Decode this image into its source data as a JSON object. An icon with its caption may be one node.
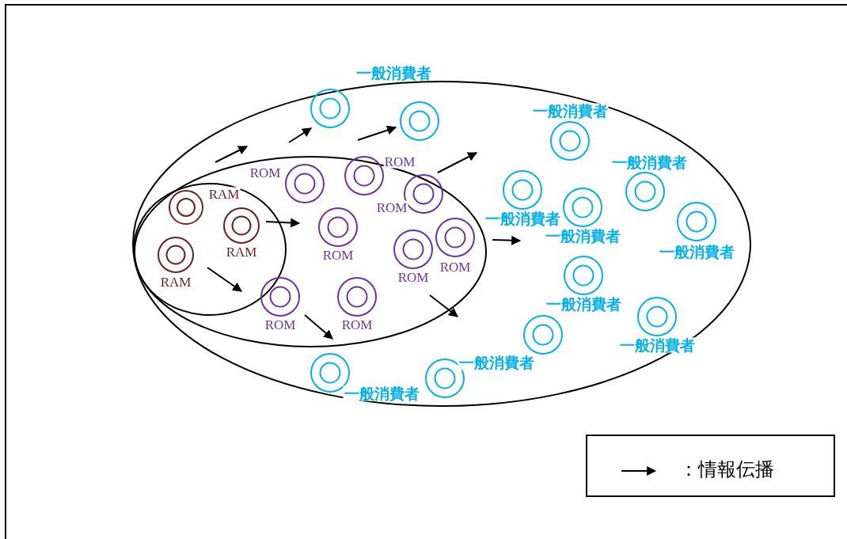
{
  "diagram": {
    "nodes": [
      {
        "text": [],
        "shape": "ellipse"
      },
      {
        "text": [],
        "shape": "ellipse",
        "in": 0
      },
      {
        "text": [],
        "shape": "ellipse",
        "in": 1
      },
      {
        "text": [
          "RAM"
        ],
        "in": 2
      },
      {
        "text": [
          "RAM"
        ],
        "in": 2
      },
      {
        "text": [
          "RAM"
        ],
        "in": 2
      },
      {
        "text": [
          "ROM"
        ],
        "in": 1
      },
      {
        "text": [
          "ROM"
        ],
        "in": 1
      },
      {
        "text": [
          "ROM"
        ],
        "in": 1
      },
      {
        "text": [
          "ROM"
        ],
        "in": 1
      },
      {
        "text": [
          "ROM"
        ],
        "in": 1
      },
      {
        "text": [
          "ROM"
        ],
        "in": 1
      },
      {
        "text": [
          "ROM"
        ],
        "in": 1
      },
      {
        "text": [
          "ROM"
        ],
        "in": 1
      },
      {
        "text": [
          "一般消費者"
        ],
        "in": 0
      },
      {
        "text": [],
        "shape": "circle",
        "in": 0
      },
      {
        "text": [
          "一般消費者"
        ],
        "in": 0
      },
      {
        "text": [
          "一般消費者"
        ],
        "in": 0
      },
      {
        "text": [
          "一般消費者"
        ],
        "in": 0
      },
      {
        "text": [
          "一般消費者"
        ],
        "in": 0
      },
      {
        "text": [
          "一般消費者"
        ],
        "in": 0
      },
      {
        "text": [
          "一般消費者"
        ],
        "in": 0
      },
      {
        "text": [
          "一般消費者"
        ],
        "in": 0
      },
      {
        "text": [
          "一般消費者"
        ],
        "in": 0
      },
      {
        "text": [],
        "shape": "circle",
        "in": 0
      },
      {
        "text": [
          "一般消費者"
        ],
        "in": 0
      }
    ],
    "legend": [
      {
        "text": "：情報伝播"
      }
    ]
  }
}
